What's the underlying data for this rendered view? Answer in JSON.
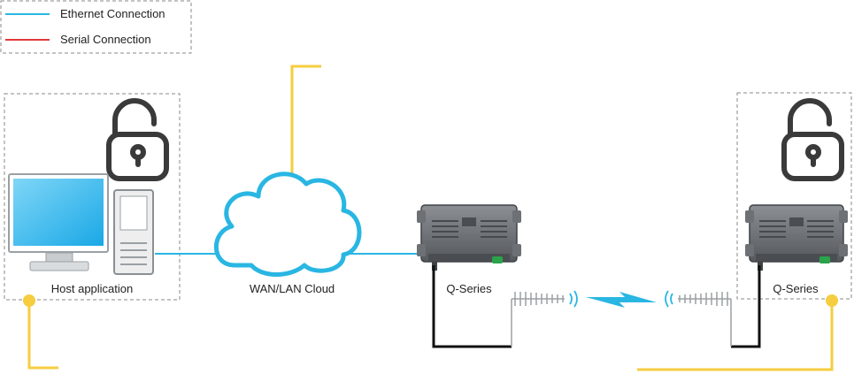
{
  "legend": {
    "ethernet": {
      "label": "Ethernet Connection",
      "color": "#29b6e3"
    },
    "serial": {
      "label": "Serial Connection",
      "color": "#e23a3a"
    }
  },
  "nodes": {
    "host": {
      "label": "Host application"
    },
    "cloud": {
      "label": "WAN/LAN Cloud"
    },
    "radio_left": {
      "label": "Q-Series"
    },
    "radio_right": {
      "label": "Q-Series"
    }
  },
  "colors": {
    "ethernet": "#29b6e3",
    "callout": "#f5cd3f",
    "cable": "#111111",
    "lock": "#3a3a3a",
    "box_border": "#8a8a8a",
    "device_body": "#6f7377",
    "device_led": "#2aa34a"
  },
  "icons": [
    "padlock-open-icon",
    "monitor-icon",
    "tower-pc-icon",
    "cloud-icon",
    "router-icon",
    "antenna-icon",
    "radio-waves-icon",
    "lightning-link-icon"
  ]
}
